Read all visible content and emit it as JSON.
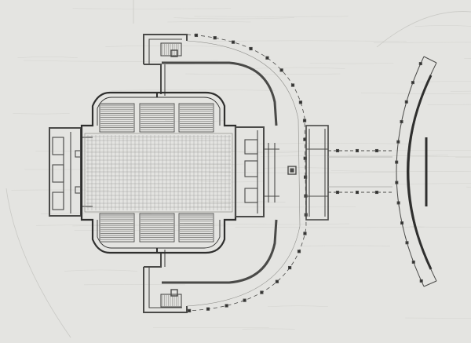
{
  "drawing": {
    "paper_color": "#e4e4e1",
    "grain_color": "#d6d6d2",
    "line_color": "#4a4a48",
    "heavy_line_color": "#2f2f2e",
    "light_line_color": "#8e8e8a",
    "seat_color": "#6a6a67",
    "elements": [
      {
        "id": "auditorium-hall",
        "kind": "room"
      },
      {
        "id": "seating-blocks",
        "kind": "seating",
        "count": 6
      },
      {
        "id": "stage-floor-grid",
        "kind": "floor"
      },
      {
        "id": "west-service-wing",
        "kind": "wing"
      },
      {
        "id": "east-service-wing",
        "kind": "wing"
      },
      {
        "id": "north-stair-tower",
        "kind": "stair"
      },
      {
        "id": "south-stair-tower",
        "kind": "stair"
      },
      {
        "id": "curved-foyer",
        "kind": "arcade"
      },
      {
        "id": "entrance-bridge",
        "kind": "bridge"
      },
      {
        "id": "outer-arc-colonnade",
        "kind": "colonnade"
      }
    ]
  }
}
